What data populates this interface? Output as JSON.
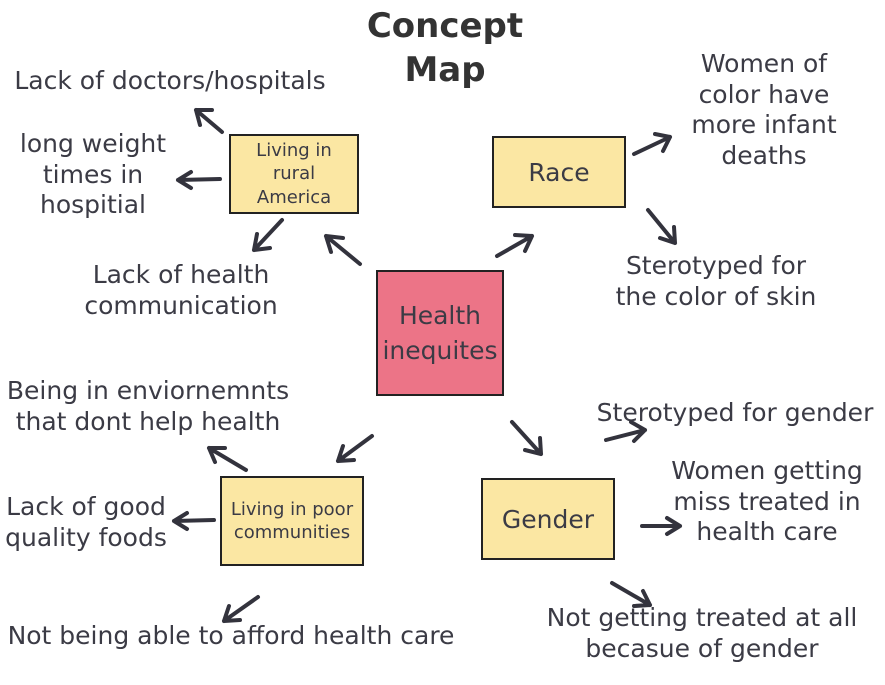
{
  "title": "Concept\nMap",
  "center": "Health\ninequites",
  "categories": {
    "rural": "Living in\nrural\nAmerica",
    "race": "Race",
    "poor": "Living in poor\ncommunities",
    "gender": "Gender"
  },
  "effects": {
    "rural_1": "Lack of doctors/hospitals",
    "rural_2": "long weight\ntimes in\nhospitial",
    "rural_3": "Lack of health\ncommunication",
    "race_1": "Women of\ncolor have\nmore infant\ndeaths",
    "race_2": "Sterotyped for\nthe color of skin",
    "poor_1": "Being in enviornemnts\nthat dont help health",
    "poor_2": "Lack of good\nquality foods",
    "poor_3": "Not being able to afford health care",
    "gender_1": "Sterotyped for gender",
    "gender_2": "Women getting\nmiss treated in\nhealth care",
    "gender_3": "Not getting treated at all\nbecasue of gender"
  }
}
